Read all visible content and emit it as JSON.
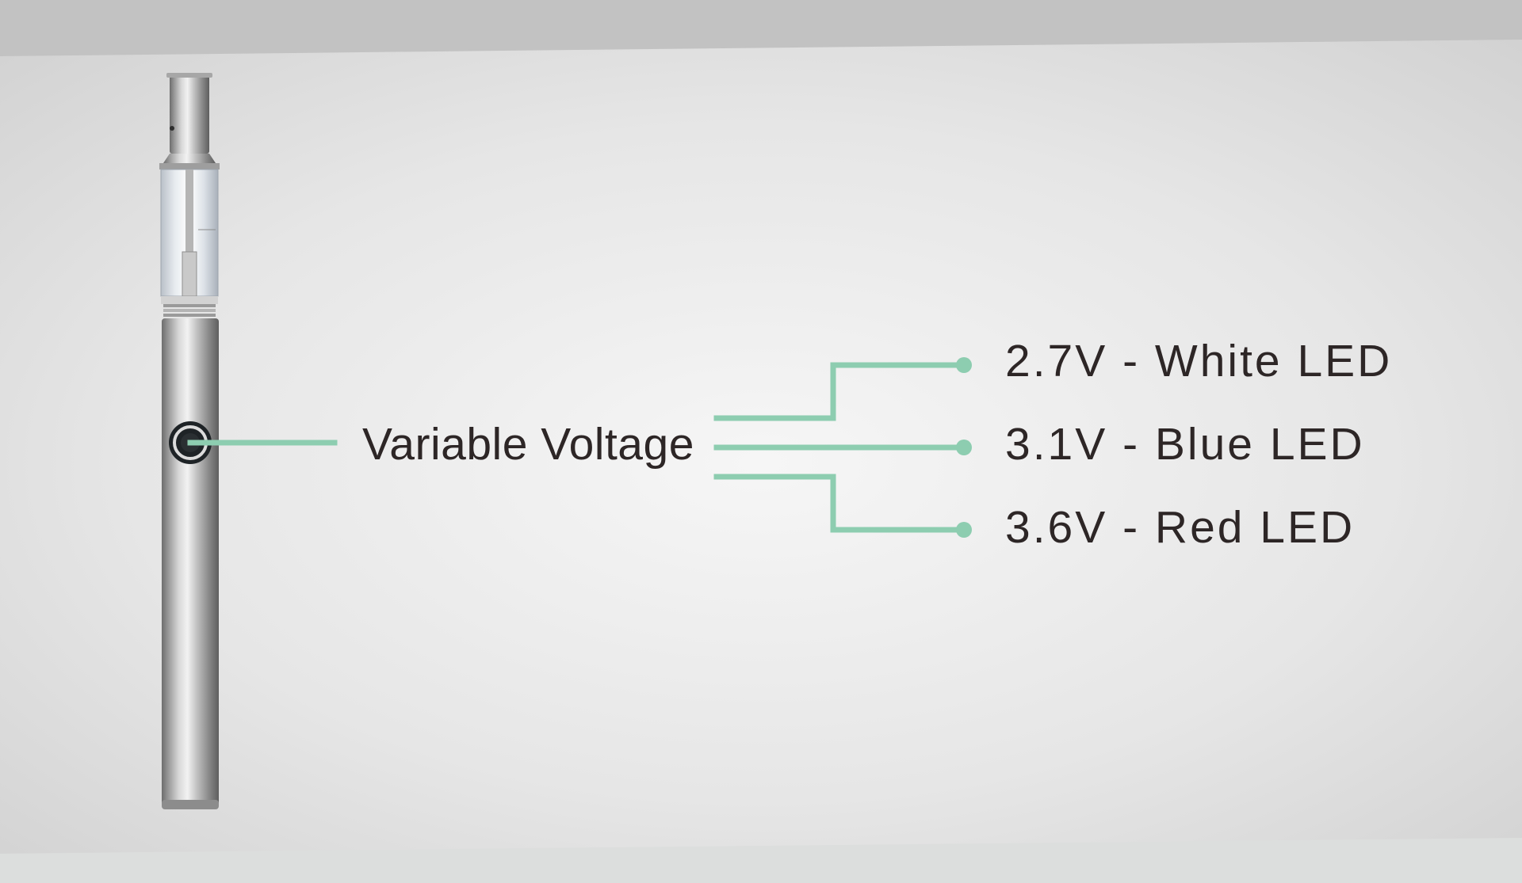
{
  "diagram": {
    "main_label": "Variable Voltage",
    "options": [
      {
        "label": "2.7V - White LED"
      },
      {
        "label": "3.1V - Blue LED"
      },
      {
        "label": "3.6V - Red LED"
      }
    ]
  },
  "colors": {
    "connector": "#8dcdb0",
    "text": "#2d2626",
    "band": "#c2c2c2",
    "bottom_band": "#dcdedd",
    "panel_center": "#f6f6f6",
    "panel_edge": "#d4d4d4"
  },
  "icons": {
    "pen": "vape-pen-device",
    "button": "power-button-icon"
  }
}
